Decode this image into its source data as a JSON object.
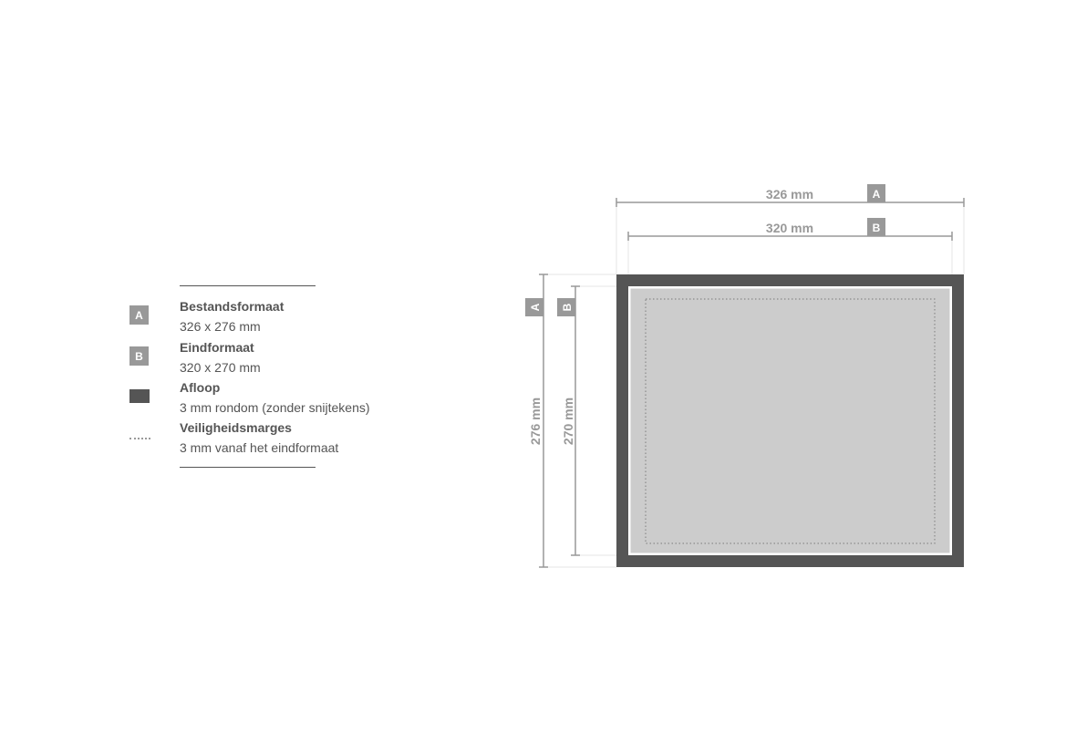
{
  "legend": {
    "items": [
      {
        "marker": "A",
        "title": "Bestandsformaat",
        "description": "326 x 276 mm"
      },
      {
        "marker": "B",
        "title": "Eindformaat",
        "description": "320 x 270 mm"
      },
      {
        "marker": "bleed-swatch",
        "title": "Afloop",
        "description": "3 mm rondom (zonder snijtekens)"
      },
      {
        "marker": "dotted-line",
        "title": "Veiligheidsmarges",
        "description": "3 mm vanaf het eindformaat"
      }
    ]
  },
  "diagram": {
    "file_width_label": "326 mm",
    "final_width_label": "320 mm",
    "file_height_label": "276 mm",
    "final_height_label": "270 mm",
    "badge_a": "A",
    "badge_b": "B"
  },
  "colors": {
    "bleed": "#555555",
    "trim_border": "#ffffff",
    "artwork": "#cccccc",
    "dimension_lines": "#999999",
    "badge_fill": "#999999"
  }
}
